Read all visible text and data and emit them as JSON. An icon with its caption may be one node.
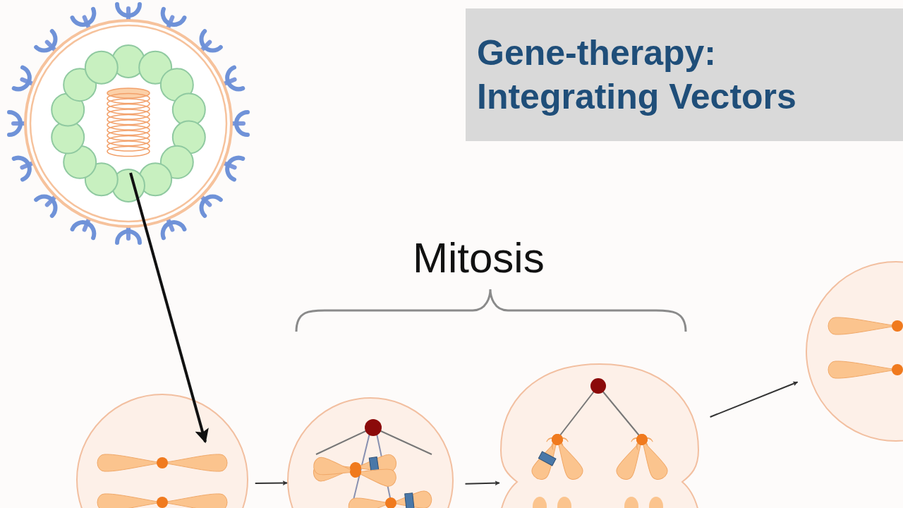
{
  "diagram": {
    "title": "Gene-therapy: Integrating Vectors",
    "nodes": [
      {
        "text": [],
        "shape": "picture"
      },
      {
        "text": [],
        "shape": "circle"
      },
      {
        "text": [],
        "shape": "circle"
      },
      {
        "text": [],
        "shape": "picture"
      },
      {
        "text": [],
        "shape": "circle"
      }
    ],
    "edges": [
      {
        "from": 0,
        "to": 1,
        "arrow": "to",
        "style": "thick"
      },
      {
        "from": 1,
        "to": 2,
        "arrow": "to"
      },
      {
        "from": 2,
        "to": 3,
        "arrow": "to"
      },
      {
        "from": 3,
        "to": 4,
        "arrow": "to"
      }
    ],
    "labels": [
      "Mitosis"
    ]
  }
}
